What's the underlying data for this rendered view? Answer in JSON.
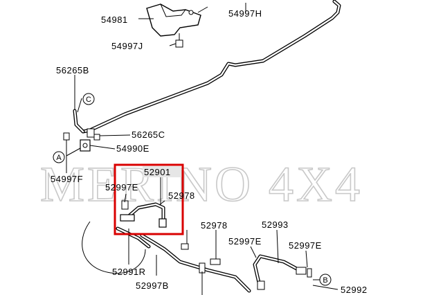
{
  "watermark": "MERINO 4X4",
  "highlight": {
    "color": "#d90000",
    "part": "52901"
  },
  "parts": {
    "p54981": "54981",
    "p54997H": "54997H",
    "p54997J": "54997J",
    "p56265B": "56265B",
    "p56265C": "56265C",
    "p54990E": "54990E",
    "p54997F": "54997F",
    "p52901": "52901",
    "p52997E_a": "52997E",
    "p52978_a": "52978",
    "p52991R": "52991R",
    "p52997B": "52997B",
    "p52978_b": "52978",
    "p52993": "52993",
    "p52997E_b": "52997E",
    "p52997E_c": "52997E",
    "p52992": "52992"
  },
  "callouts": {
    "a": "A",
    "b": "B",
    "c": "C"
  }
}
